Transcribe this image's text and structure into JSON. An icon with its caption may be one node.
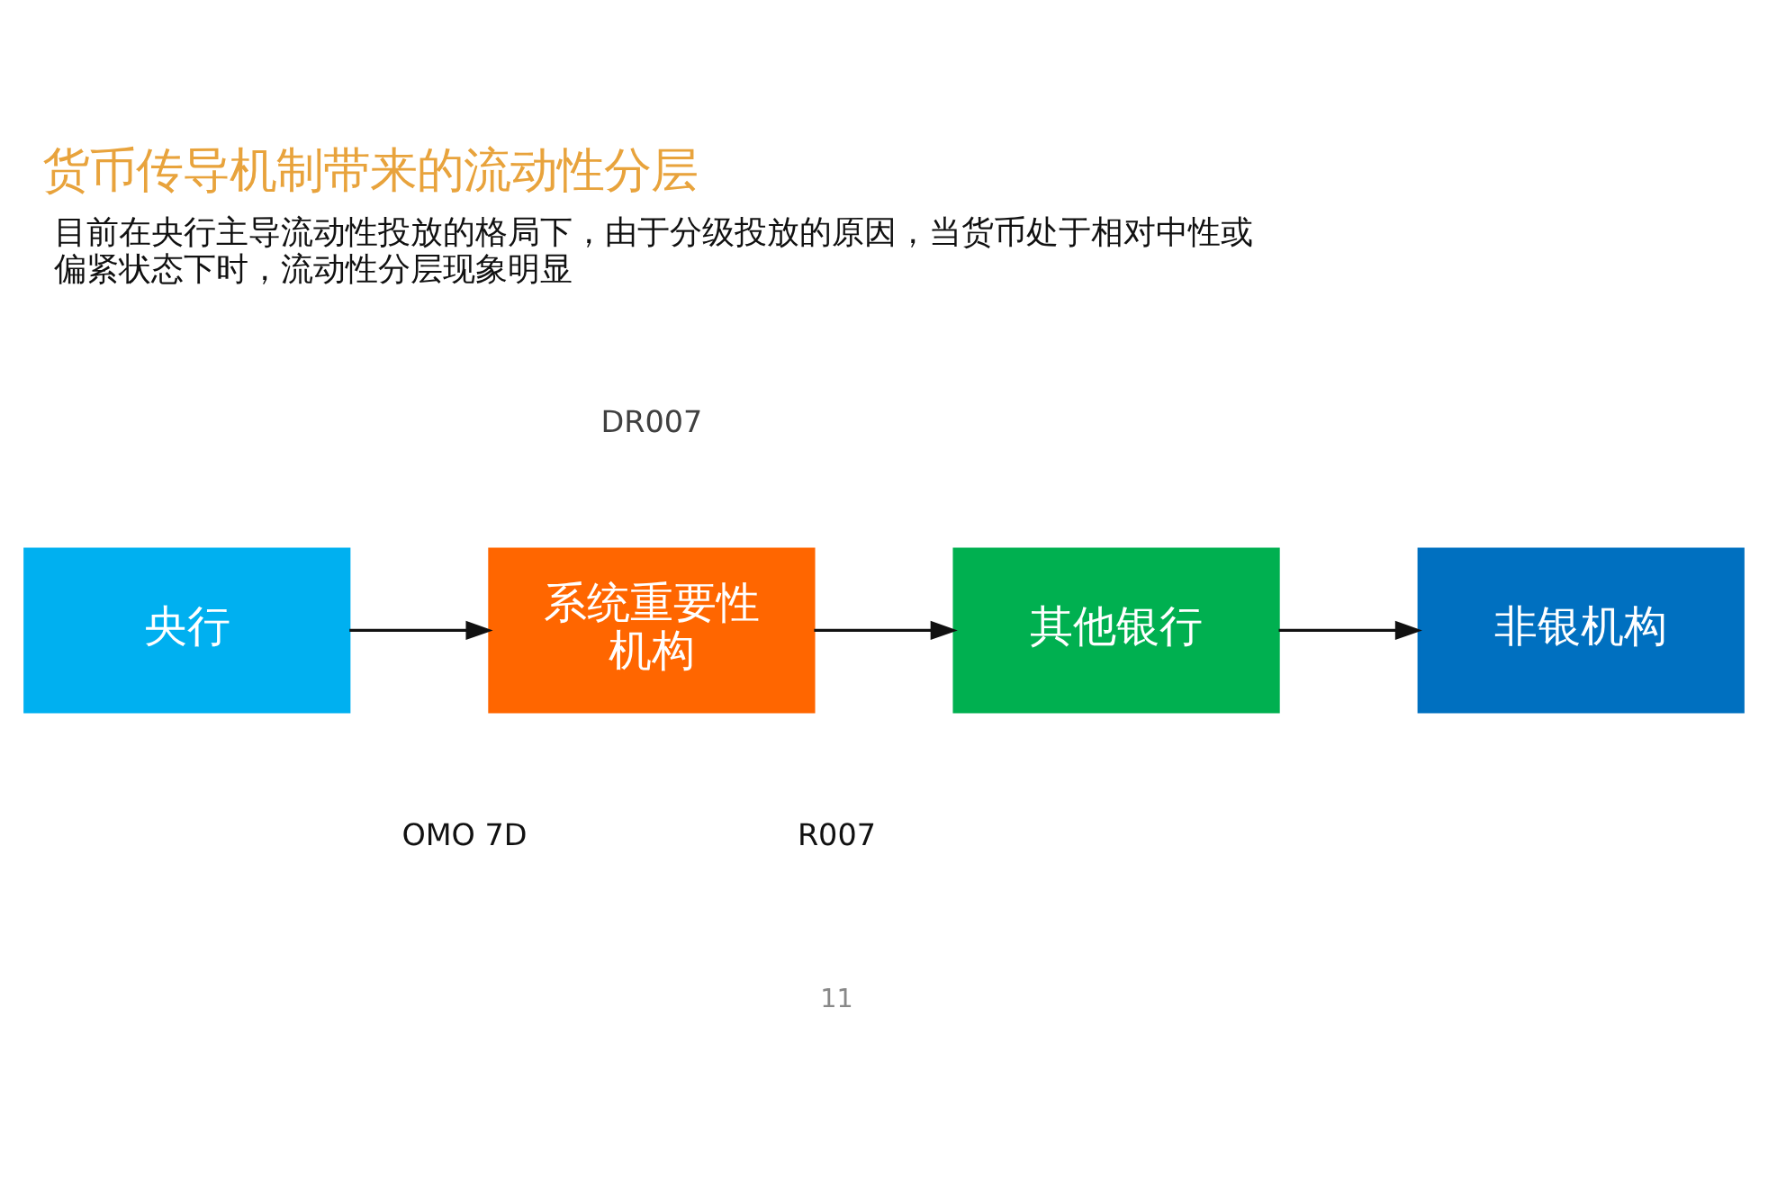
{
  "diagram": {
    "title": "货币传导机制带来的流动性分层",
    "nodes": [
      {
        "text": [
          "央行"
        ]
      },
      {
        "text": [
          "系统重要性机构"
        ]
      },
      {
        "text": [
          "其他银行"
        ]
      },
      {
        "text": [
          "非银机构"
        ]
      }
    ],
    "edges": [
      {
        "from": 0,
        "to": 1,
        "arrow": "to"
      },
      {
        "from": 1,
        "to": 2,
        "arrow": "to"
      },
      {
        "from": 2,
        "to": 3,
        "arrow": "to"
      }
    ],
    "labels": [
      "目前在央行主导流动性投放的格局下，由于分级投放的原因，当货币处于相对中性或偏紧状态下时，流动性分层现象明显",
      "DR007",
      "OMO 7D",
      "R007",
      "11"
    ]
  }
}
